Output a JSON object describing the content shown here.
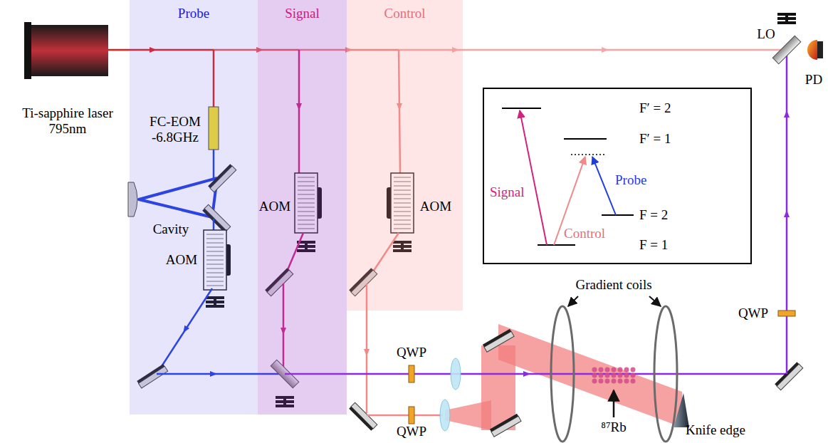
{
  "diagram": {
    "nodes": [
      {
        "text": [
          "Probe"
        ]
      },
      {
        "text": [
          "Signal"
        ]
      },
      {
        "text": [
          "Control"
        ]
      },
      {
        "text": [
          "F′ = 2",
          "F′ = 1",
          "F = 2",
          "F = 1",
          "Signal",
          "Control",
          "Probe"
        ]
      }
    ],
    "labels": [
      "Ti-sapphire laser 795nm",
      "FC-EOM -6.8GHz",
      "Cavity",
      "AOM",
      "AOM",
      "AOM",
      "LO",
      "PD",
      "QWP",
      "QWP",
      "QWP",
      "Gradient coils",
      "⁸⁷Rb",
      "Knife edge"
    ]
  }
}
